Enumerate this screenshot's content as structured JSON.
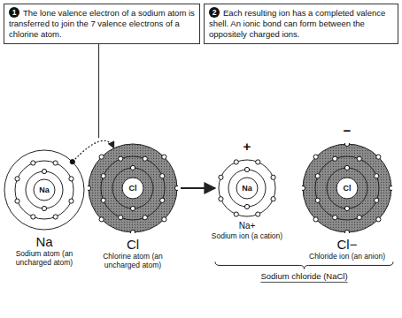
{
  "diagram": {
    "nodes": [
      {
        "text": [
          "1",
          "The lone valence electron of a sodium atom is transferred to join the 7 valence electrons of a chlorine atom."
        ]
      },
      {
        "text": [
          "2",
          "Each resulting ion has a completed valence shell. An ionic bond can form between the oppositely charged ions."
        ]
      },
      {
        "text": [
          "Na",
          "Sodium atom (an uncharged atom)"
        ]
      },
      {
        "text": [
          "Na"
        ],
        "in": 2
      },
      {
        "text": [
          "Cl",
          "Chlorine atom (an uncharged atom)"
        ]
      },
      {
        "text": [
          "Cl"
        ],
        "in": 4
      },
      {
        "text": [
          "Na+",
          "Sodium ion (a cation)"
        ]
      },
      {
        "text": [
          "Na"
        ],
        "in": 6
      },
      {
        "text": [
          "Cl−",
          "Chloride ion (an anion)"
        ]
      },
      {
        "text": [
          "Cl"
        ],
        "in": 8
      }
    ],
    "edges": [
      {
        "from": 2,
        "to": 4,
        "arrow": "to"
      },
      {
        "from": 4,
        "to": 6,
        "arrow": "to"
      }
    ],
    "labels": [
      "+",
      "−",
      "Sodium chloride (NaCl)"
    ]
  }
}
